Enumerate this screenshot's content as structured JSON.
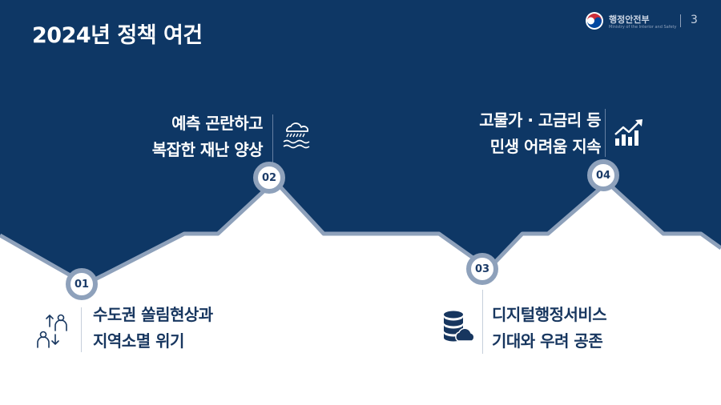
{
  "slide": {
    "title": "2024년 정책 여건",
    "page_number": "3",
    "logo": {
      "name": "행정안전부",
      "subtitle": "Ministry of the Interior and Safety"
    }
  },
  "items": [
    {
      "number": "01",
      "line1": "수도권 쏠림현상과",
      "line2": "지역소멸 위기",
      "icon": "people-movement-icon"
    },
    {
      "number": "02",
      "line1": "예측 곤란하고",
      "line2": "복잡한 재난 양상",
      "icon": "storm-wave-icon"
    },
    {
      "number": "03",
      "line1": "디지털행정서비스",
      "line2": "기대와 우려 공존",
      "icon": "database-cloud-icon"
    },
    {
      "number": "04",
      "line1": "고물가 · 고금리 등",
      "line2": "민생 어려움 지속",
      "icon": "rising-chart-icon"
    }
  ],
  "colors": {
    "navy": "#0e3765",
    "ridge": "#8ea1bb",
    "text_dark": "#17365f",
    "white": "#ffffff"
  }
}
